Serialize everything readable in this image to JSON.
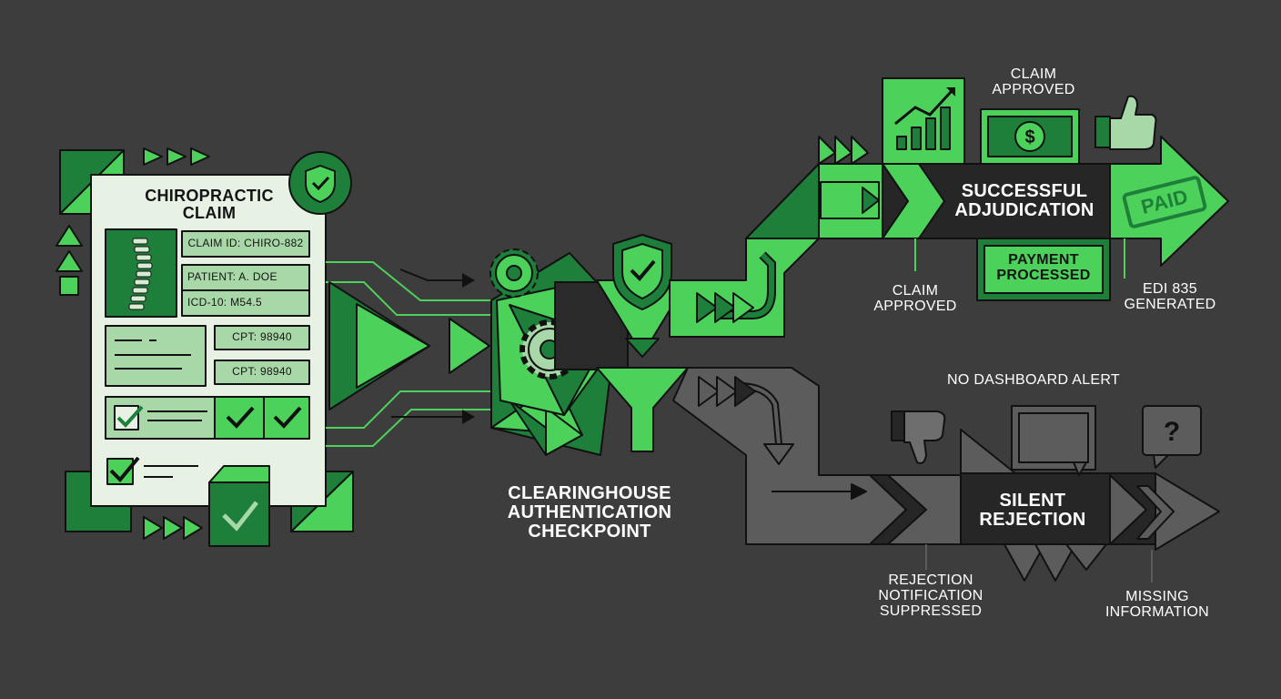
{
  "claim_form": {
    "title_line1": "CHIROPRACTIC",
    "title_line2": "CLAIM",
    "claim_id": "CLAIM ID: CHIRO-882",
    "patient": "PATIENT: A. DOE",
    "icd": "ICD-10: M54.5",
    "cpt_1": "CPT: 98940",
    "cpt_2": "CPT: 98940"
  },
  "checkpoint": {
    "line1": "CLEARINGHOUSE",
    "line2": "AUTHENTICATION",
    "line3": "CHECKPOINT"
  },
  "success_path": {
    "top_label_line1": "CLAIM",
    "top_label_line2": "APPROVED",
    "arrow_line1": "SUCCESSFUL",
    "arrow_line2": "ADJUDICATION",
    "stamp": "PAID",
    "payment_line1": "PAYMENT",
    "payment_line2": "PROCESSED",
    "bottom_label_line1": "CLAIM",
    "bottom_label_line2": "APPROVED",
    "edi_line1": "EDI 835",
    "edi_line2": "GENERATED"
  },
  "rejection_path": {
    "alert": "NO DASHBOARD ALERT",
    "arrow_line1": "SILENT",
    "arrow_line2": "REJECTION",
    "suppressed_line1": "REJECTION",
    "suppressed_line2": "NOTIFICATION",
    "suppressed_line3": "SUPPRESSED",
    "missing_line1": "MISSING",
    "missing_line2": "INFORMATION"
  },
  "colors": {
    "background": "#3d3d3d",
    "bright_green": "#4cd15a",
    "dark_green": "#1e7f3a",
    "light_green": "#a8d8a8",
    "paper": "#e8f2e4",
    "dark_gray": "#262626",
    "mid_gray": "#5c5c5c"
  }
}
